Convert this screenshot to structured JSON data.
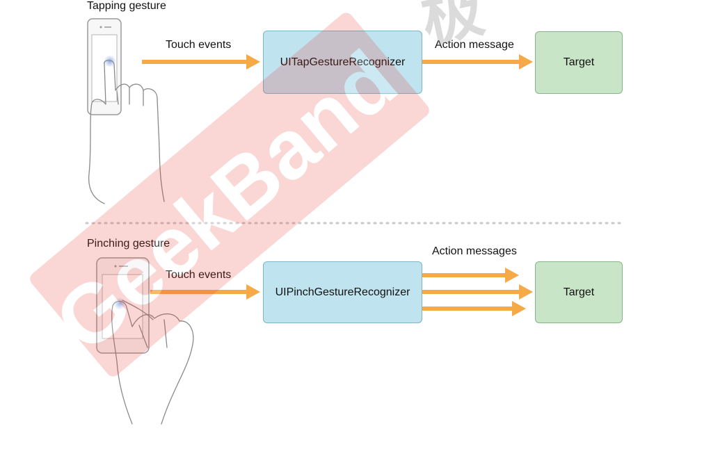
{
  "top": {
    "title": "Tapping gesture",
    "touch_label": "Touch events",
    "recognizer": "UITapGestureRecognizer",
    "action_label": "Action message",
    "target": "Target"
  },
  "bottom": {
    "title": "Pinching gesture",
    "touch_label": "Touch events",
    "recognizer": "UIPinchGestureRecognizer",
    "action_label": "Action messages",
    "target": "Target"
  },
  "watermark": {
    "latin": "GeekBand",
    "glyph": "极"
  },
  "colors": {
    "arrow": "#f6a947",
    "recognizer_fill": "#bfe3ef",
    "target_fill": "#c9e5c7",
    "watermark": "#e8392f"
  }
}
